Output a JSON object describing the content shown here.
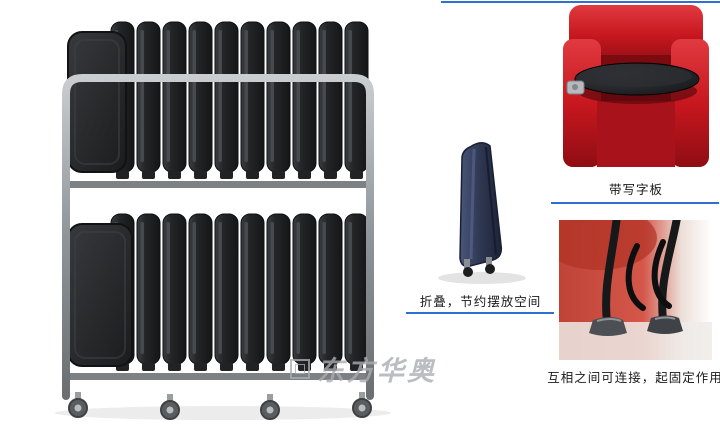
{
  "page": {
    "background": "#ffffff"
  },
  "colors": {
    "accent-blue": "#2f6fd2",
    "caption-text": "#1a1a1a",
    "chair-black": "#232527",
    "frame-gray": "#8f9498",
    "red-chair": "#c8171f",
    "navy-chair": "#2e3750"
  },
  "main_product": {
    "watermark_text": "东方华奥"
  },
  "features": {
    "fold": {
      "caption": "折叠，节约摆放空间"
    },
    "tablet": {
      "caption": "带写字板"
    },
    "connect": {
      "caption": "互相之间可连接，起固定作用"
    }
  }
}
